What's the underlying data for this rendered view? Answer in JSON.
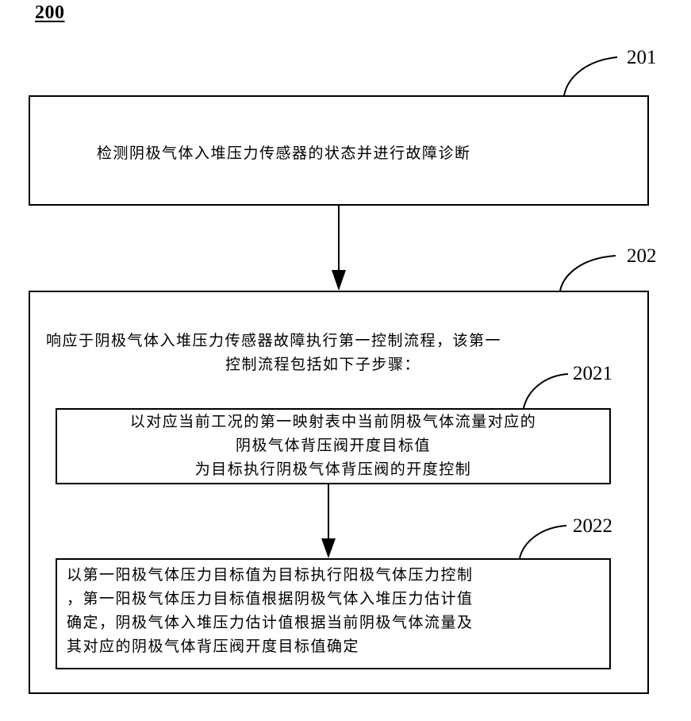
{
  "figure": {
    "number": "200"
  },
  "steps": {
    "s201": {
      "ref": "201",
      "text": "检测阴极气体入堆压力传感器的状态并进行故障诊断"
    },
    "s202": {
      "ref": "202",
      "lines": [
        "响应于阴极气体入堆压力传感器故障执行第一控制流程，该第一",
        "控制流程包括如下子步骤："
      ]
    },
    "s2021": {
      "ref": "2021",
      "lines": [
        "以对应当前工况的第一映射表中当前阴极气体流量对应的",
        "阴极气体背压阀开度目标值",
        "为目标执行阴极气体背压阀的开度控制"
      ]
    },
    "s2022": {
      "ref": "2022",
      "lines": [
        "以第一阳极气体压力目标值为目标执行阳极气体压力控制",
        "，第一阳极气体压力目标值根据阴极气体入堆压力估计值",
        "确定，阴极气体入堆压力估计值根据当前阴极气体流量及",
        "其对应的阴极气体背压阀开度目标值确定"
      ]
    }
  }
}
